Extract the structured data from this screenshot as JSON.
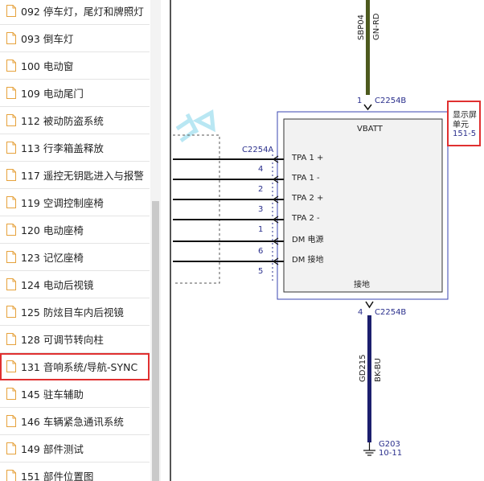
{
  "sidebar": {
    "items": [
      {
        "label": "092 停车灯，尾灯和牌照灯"
      },
      {
        "label": "093 倒车灯"
      },
      {
        "label": "100 电动窗"
      },
      {
        "label": "109 电动尾门"
      },
      {
        "label": "112 被动防盗系统"
      },
      {
        "label": "113 行李箱盖释放"
      },
      {
        "label": "117 遥控无钥匙进入与报警"
      },
      {
        "label": "119 空调控制座椅"
      },
      {
        "label": "120 电动座椅"
      },
      {
        "label": "123 记忆座椅"
      },
      {
        "label": "124 电动后视镜"
      },
      {
        "label": "125 防炫目车内后视镜"
      },
      {
        "label": "128 可调节转向柱"
      },
      {
        "label": "131 音响系统/导航-SYNC"
      },
      {
        "label": "145 驻车辅助"
      },
      {
        "label": "146 车辆紧急通讯系统"
      },
      {
        "label": "149 部件测试"
      },
      {
        "label": "151 部件位置图"
      }
    ]
  },
  "diagram": {
    "top_wire": {
      "circuit": "SBP04",
      "color": "GN-RD",
      "pin": "1",
      "connector": "C2254B"
    },
    "module": {
      "power_label": "VBATT",
      "ground_label": "接地",
      "side_label_line1": "显示屏",
      "side_label_line2": "单元",
      "side_label_ref": "151-5",
      "left_connector": "C2254A",
      "pins": [
        {
          "label": "TPA 1 +",
          "pin": "4"
        },
        {
          "label": "TPA 1 -",
          "pin": "2"
        },
        {
          "label": "TPA 2 +",
          "pin": "3"
        },
        {
          "label": "TPA 2 -",
          "pin": "1"
        },
        {
          "label": "DM 电源",
          "pin": "6"
        },
        {
          "label": "DM 接地",
          "pin": "5"
        }
      ]
    },
    "bottom_wire": {
      "pin": "4",
      "connector": "C2254B",
      "circuit": "GD215",
      "color": "BK-BU"
    },
    "ground": {
      "id": "G203",
      "ref": "10-11"
    },
    "colors": {
      "top_wire": "#4d5a1e",
      "bottom_wire": "#1c1f6e",
      "blue_text": "#2a2f8c",
      "highlight": "#e03030",
      "module_border": "#3a44b0"
    }
  }
}
